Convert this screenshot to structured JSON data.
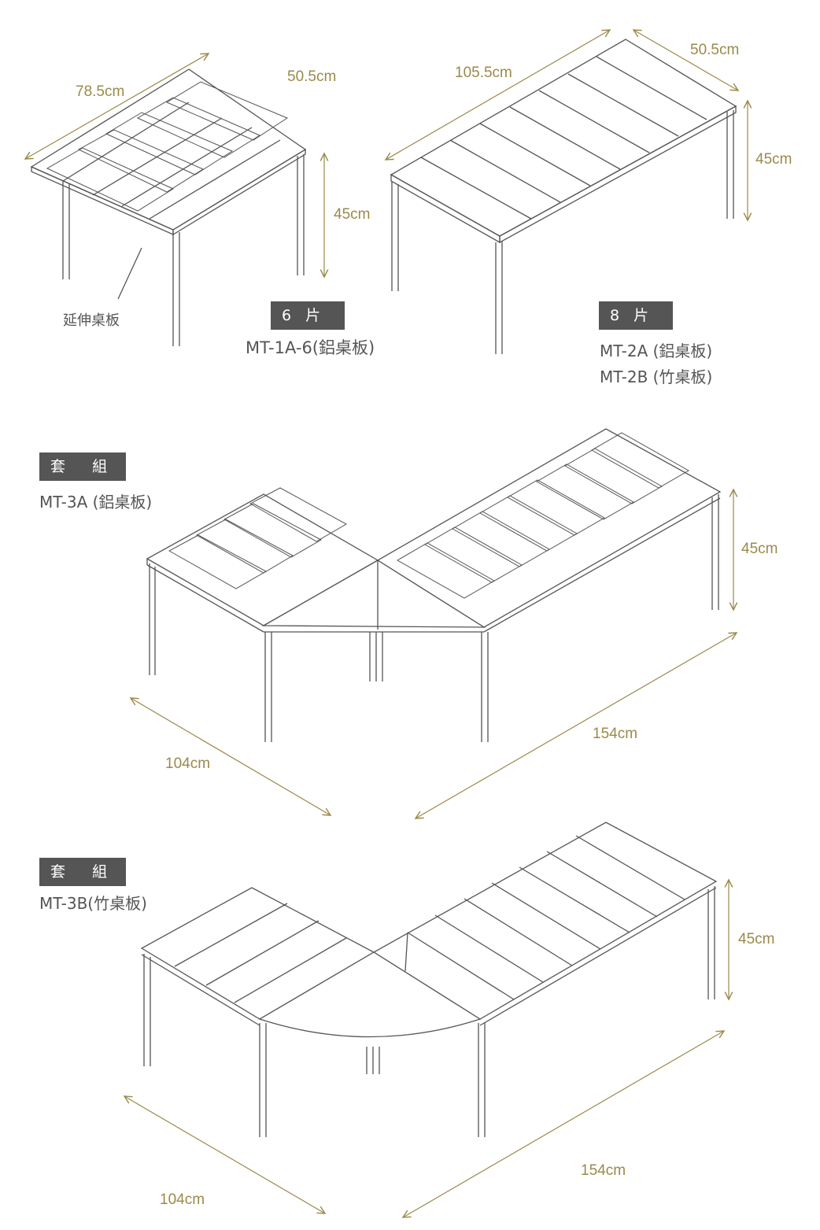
{
  "colors": {
    "dimension": "#9a8a4a",
    "tag_bg": "#555555",
    "line": "#555555"
  },
  "table1": {
    "width": "78.5cm",
    "depth": "50.5cm",
    "height": "45cm",
    "callout": "延伸桌板",
    "tag": "6  片",
    "model": "MT-1A-6(鋁桌板)"
  },
  "table2": {
    "width": "105.5cm",
    "depth": "50.5cm",
    "height": "45cm",
    "tag": "8  片",
    "models": [
      "MT-2A (鋁桌板)",
      "MT-2B (竹桌板)"
    ]
  },
  "table3a": {
    "tag": "套    組",
    "model": "MT-3A (鋁桌板)",
    "height": "45cm",
    "left_length": "104cm",
    "right_length": "154cm"
  },
  "table3b": {
    "tag": "套    組",
    "model": "MT-3B(竹桌板)",
    "height": "45cm",
    "left_length": "104cm",
    "right_length": "154cm"
  }
}
